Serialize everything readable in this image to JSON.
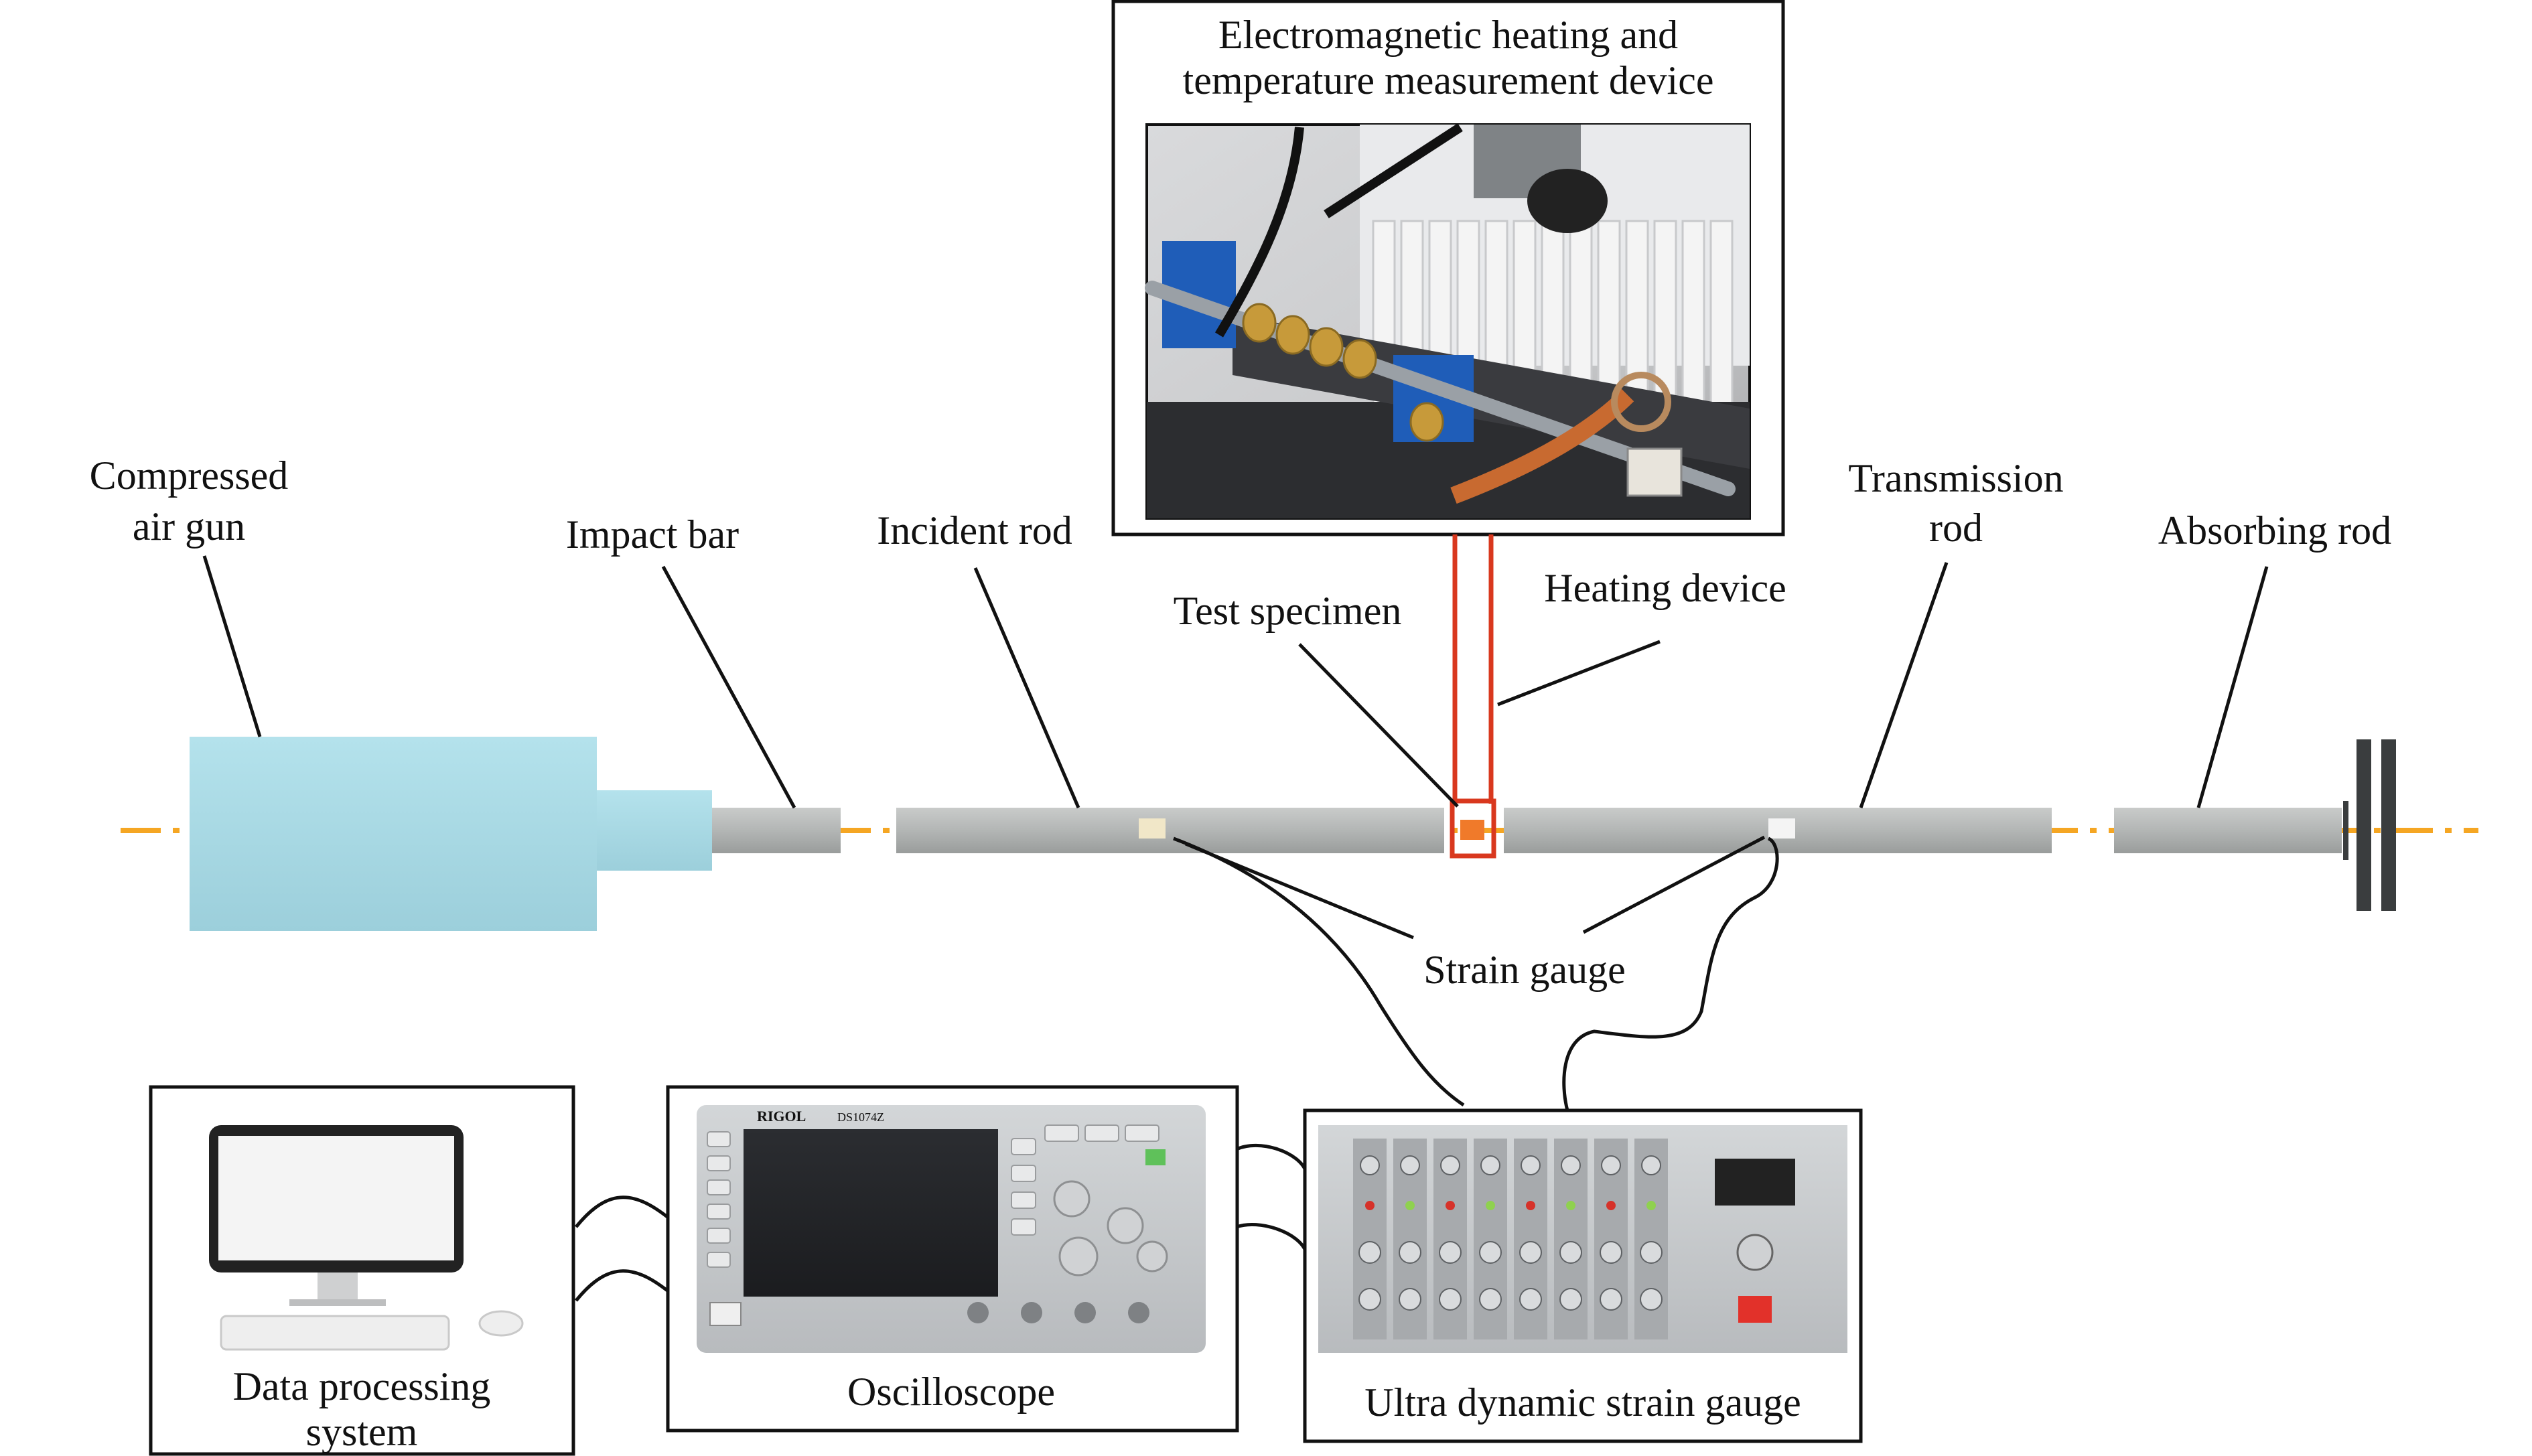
{
  "labels": {
    "heating_device_title_line1": "Electromagnetic heating and",
    "heating_device_title_line2": "temperature measurement device",
    "compressed_air_gun_line1": "Compressed",
    "compressed_air_gun_line2": "air gun",
    "impact_bar": "Impact bar",
    "incident_rod": "Incident rod",
    "test_specimen": "Test specimen",
    "heating_device": "Heating device",
    "transmission_rod_line1": "Transmission",
    "transmission_rod_line2": "rod",
    "absorbing_rod": "Absorbing rod",
    "strain_gauge": "Strain gauge",
    "data_processing_line1": "Data processing",
    "data_processing_line2": "system",
    "oscilloscope": "Oscilloscope",
    "ultra_dynamic_strain_gauge": "Ultra dynamic strain gauge",
    "oscilloscope_brand": "RIGOL",
    "oscilloscope_model": "DS1074Z"
  },
  "colors": {
    "air_gun": "#a9dbe6",
    "rod": "#b3b6b5",
    "axis_line": "#f5a623",
    "heating_red": "#d9381e",
    "specimen_orange": "#f07a2a",
    "stopper": "#3a3d3e"
  }
}
